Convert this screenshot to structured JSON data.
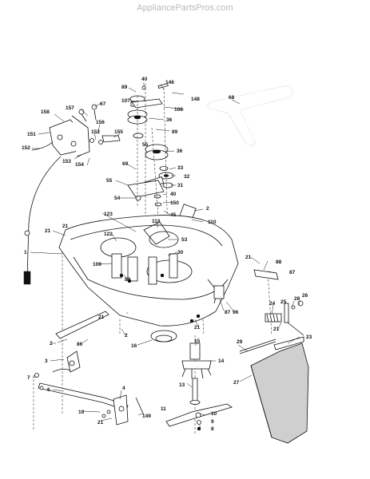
{
  "watermark": "AppliancePartsPros.com",
  "callouts": [
    "40",
    "146",
    "89",
    "148",
    "68",
    "107",
    "108",
    "36",
    "89",
    "157",
    "67",
    "158",
    "156",
    "153",
    "155",
    "55",
    "151",
    "152",
    "153",
    "154",
    "36",
    "69",
    "33",
    "55",
    "32",
    "31",
    "40",
    "54",
    "150",
    "2",
    "45",
    "123",
    "113",
    "110",
    "21",
    "53",
    "122",
    "1",
    "109",
    "89",
    "30",
    "21",
    "88",
    "87",
    "25",
    "28",
    "26",
    "24",
    "96",
    "87",
    "21",
    "21",
    "2",
    "86",
    "23",
    "29",
    "16",
    "15",
    "14",
    "3",
    "27",
    "7",
    "6",
    "13",
    "4",
    "19",
    "21",
    "149",
    "11",
    "10",
    "9",
    "8",
    "21",
    "2",
    "21"
  ]
}
